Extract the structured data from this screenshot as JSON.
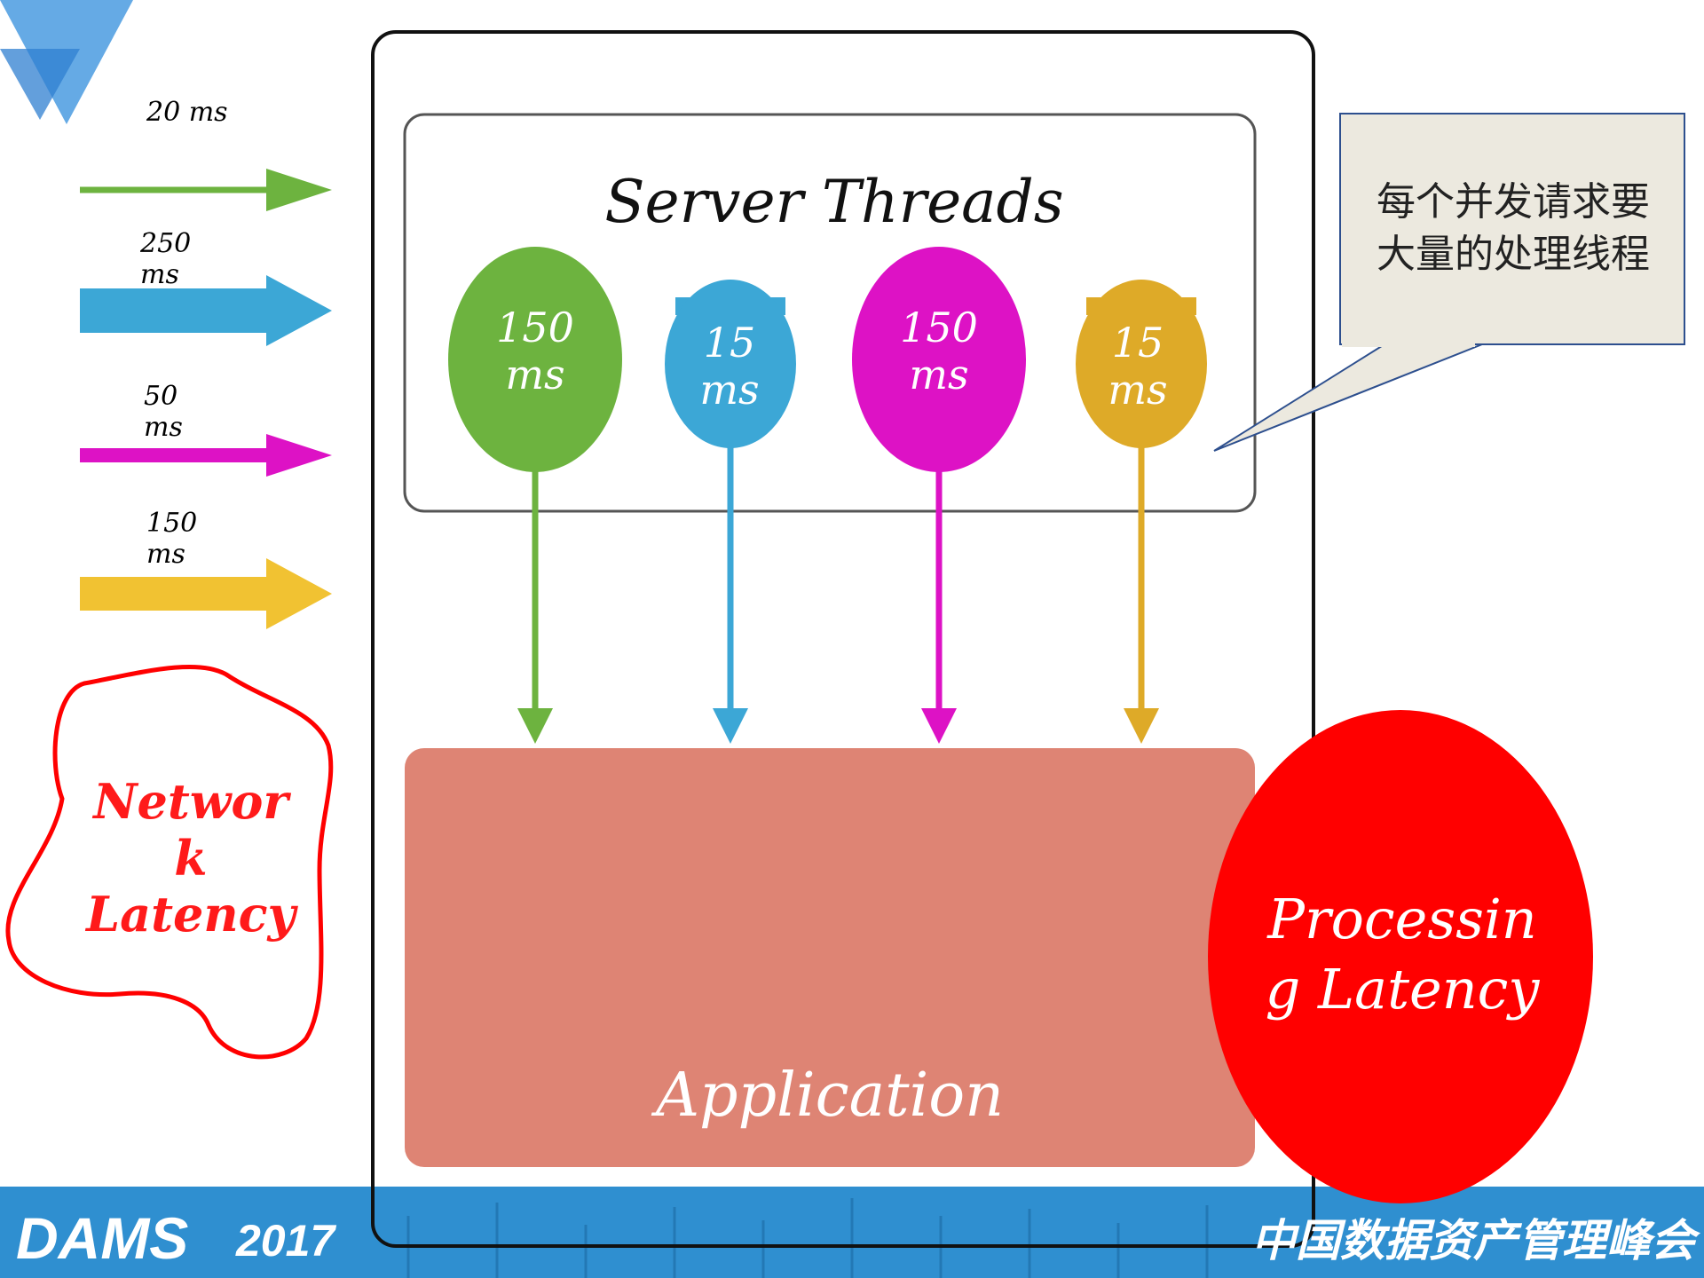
{
  "colors": {
    "green": "#6db33f",
    "blue": "#3ca7d6",
    "magenta": "#dd12c5",
    "gold": "#deaa28",
    "yellow": "#f1c232",
    "application_fill": "#de8474",
    "red": "#ff0000",
    "callout_fill": "#ece9df",
    "callout_border": "#2d4f8e",
    "footer_blue": "#2f8fd0"
  },
  "incoming": [
    {
      "label": "20 ms",
      "color": "green"
    },
    {
      "label": "250 ms",
      "color": "blue"
    },
    {
      "label": "50 ms",
      "color": "magenta"
    },
    {
      "label": "150 ms",
      "color": "yellow"
    }
  ],
  "server": {
    "title": "Server Threads",
    "threads": [
      {
        "line1": "150",
        "line2": "ms",
        "color": "green"
      },
      {
        "line1": "15",
        "line2": "ms",
        "color": "blue"
      },
      {
        "line1": "150",
        "line2": "ms",
        "color": "magenta"
      },
      {
        "line1": "15",
        "line2": "ms",
        "color": "gold"
      }
    ]
  },
  "application": {
    "label": "Application"
  },
  "network_latency": {
    "line1": "Networ",
    "line2": "k",
    "line3": "Latency"
  },
  "processing_latency": {
    "line1": "Processin",
    "line2": "g Latency"
  },
  "callout": {
    "line1": "每个并发请求要",
    "line2": "大量的处理线程"
  },
  "footer": {
    "brand": "DAMS",
    "year": "2017",
    "cn_title": "中国数据资产管理峰会"
  }
}
